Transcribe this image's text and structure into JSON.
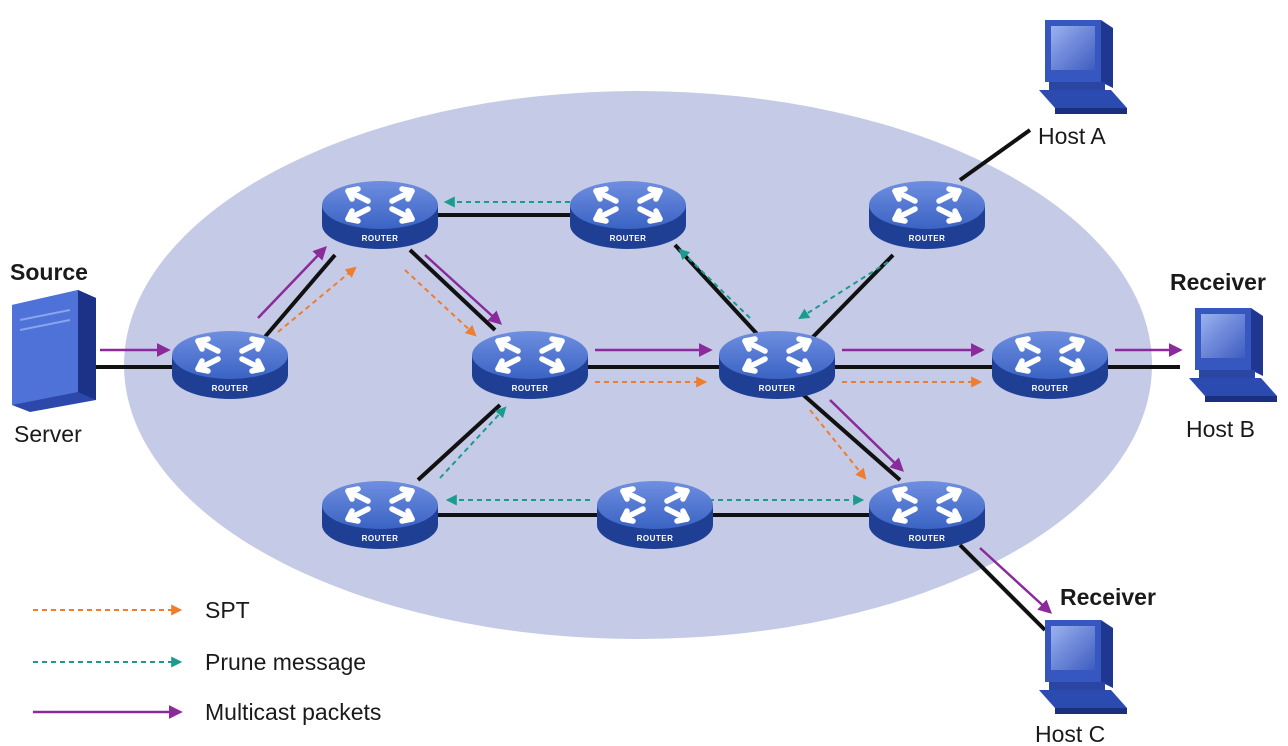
{
  "labels": {
    "source_heading": "Source",
    "server": "Server",
    "host_a": "Host A",
    "host_b": "Host B",
    "host_c": "Host C",
    "receiver_b": "Receiver",
    "receiver_c": "Receiver"
  },
  "router_text": "ROUTER",
  "legend": {
    "spt": "SPT",
    "prune": "Prune message",
    "multicast": "Multicast packets"
  },
  "colors": {
    "spt": "#ee7d2f",
    "prune": "#1a9b8e",
    "multicast": "#8a2a9b",
    "link": "#111111",
    "domain": "#c5cbe6",
    "router": "#2f56b5"
  },
  "routers": [
    "r-edge",
    "r-top-left",
    "r-top-mid",
    "r-top-right",
    "r-center-left",
    "r-center",
    "r-right",
    "r-bottom-left",
    "r-bottom-mid",
    "r-bottom-right"
  ]
}
